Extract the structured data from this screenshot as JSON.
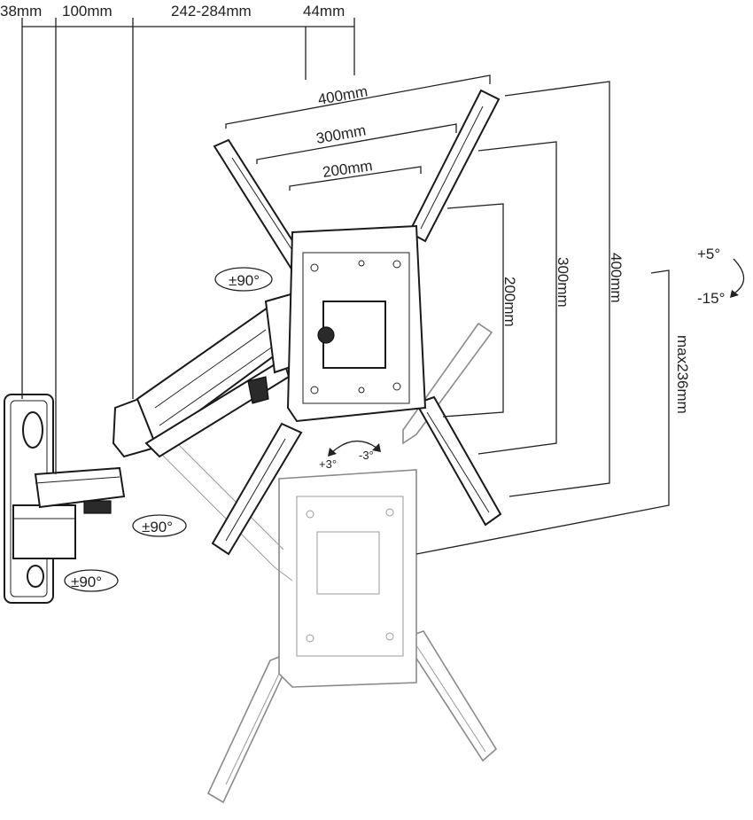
{
  "dimensions_top": {
    "d1": "38mm",
    "d2": "100mm",
    "d3": "242-284mm",
    "d4": "44mm"
  },
  "vesa_horizontal": {
    "w400": "400mm",
    "w300": "300mm",
    "w200": "200mm"
  },
  "vesa_vertical": {
    "h200": "200mm",
    "h300": "300mm",
    "h400": "400mm"
  },
  "tilt": {
    "up": "+5°",
    "down": "-15°",
    "max_drop": "max236mm"
  },
  "level": {
    "plus": "+3°",
    "minus": "-3°"
  },
  "swivel": {
    "head": "±90°",
    "arm": "±90°",
    "wall": "±90°"
  }
}
